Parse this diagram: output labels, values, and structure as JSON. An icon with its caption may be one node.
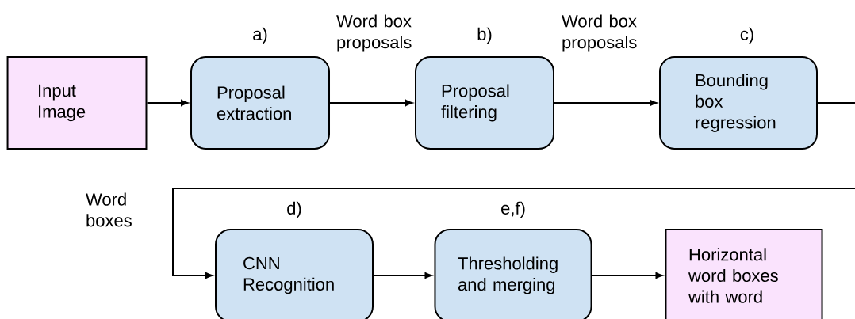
{
  "diagram": {
    "nodes": [
      {
        "text": [
          "Input Image"
        ]
      },
      {
        "text": [
          "Proposal extraction"
        ],
        "beside": [
          "a)"
        ]
      },
      {
        "text": [
          "Proposal filtering"
        ],
        "beside": [
          "b)"
        ]
      },
      {
        "text": [
          "Bounding box regression"
        ],
        "beside": [
          "c)"
        ]
      },
      {
        "text": [
          "CNN Recognition"
        ],
        "beside": [
          "d)"
        ]
      },
      {
        "text": [
          "Thresholding and merging"
        ],
        "beside": [
          "e,f)"
        ]
      },
      {
        "text": [
          "Horizontal word boxes with word"
        ]
      }
    ],
    "edges": [
      {
        "from": 0,
        "to": 1,
        "arrow": "to"
      },
      {
        "from": 1,
        "to": 2,
        "arrow": "to",
        "label": "Word box proposals"
      },
      {
        "from": 2,
        "to": 3,
        "arrow": "to",
        "label": "Word box proposals"
      },
      {
        "from": 3,
        "to": 4,
        "arrow": "to",
        "label": "Word boxes"
      },
      {
        "from": 4,
        "to": 5,
        "arrow": "to"
      },
      {
        "from": 5,
        "to": 6,
        "arrow": "to"
      }
    ]
  }
}
